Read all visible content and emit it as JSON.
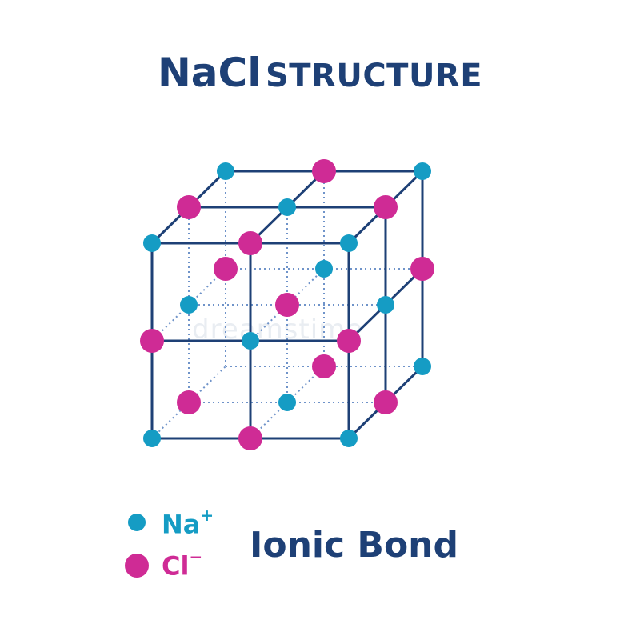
{
  "title": {
    "formula": "NaCl",
    "word": "STRUCTURE"
  },
  "watermark": "dreamstime",
  "legend": {
    "sodium": {
      "symbol": "Na",
      "charge": "+"
    },
    "chloride": {
      "symbol": "Cl",
      "charge": "−"
    }
  },
  "bond_label": "Ionic Bond",
  "colors": {
    "sodium": "#159cc4",
    "chloride": "#cf2b95",
    "frame": "#1e4076",
    "hidden_edges": "#6f93c9"
  }
}
